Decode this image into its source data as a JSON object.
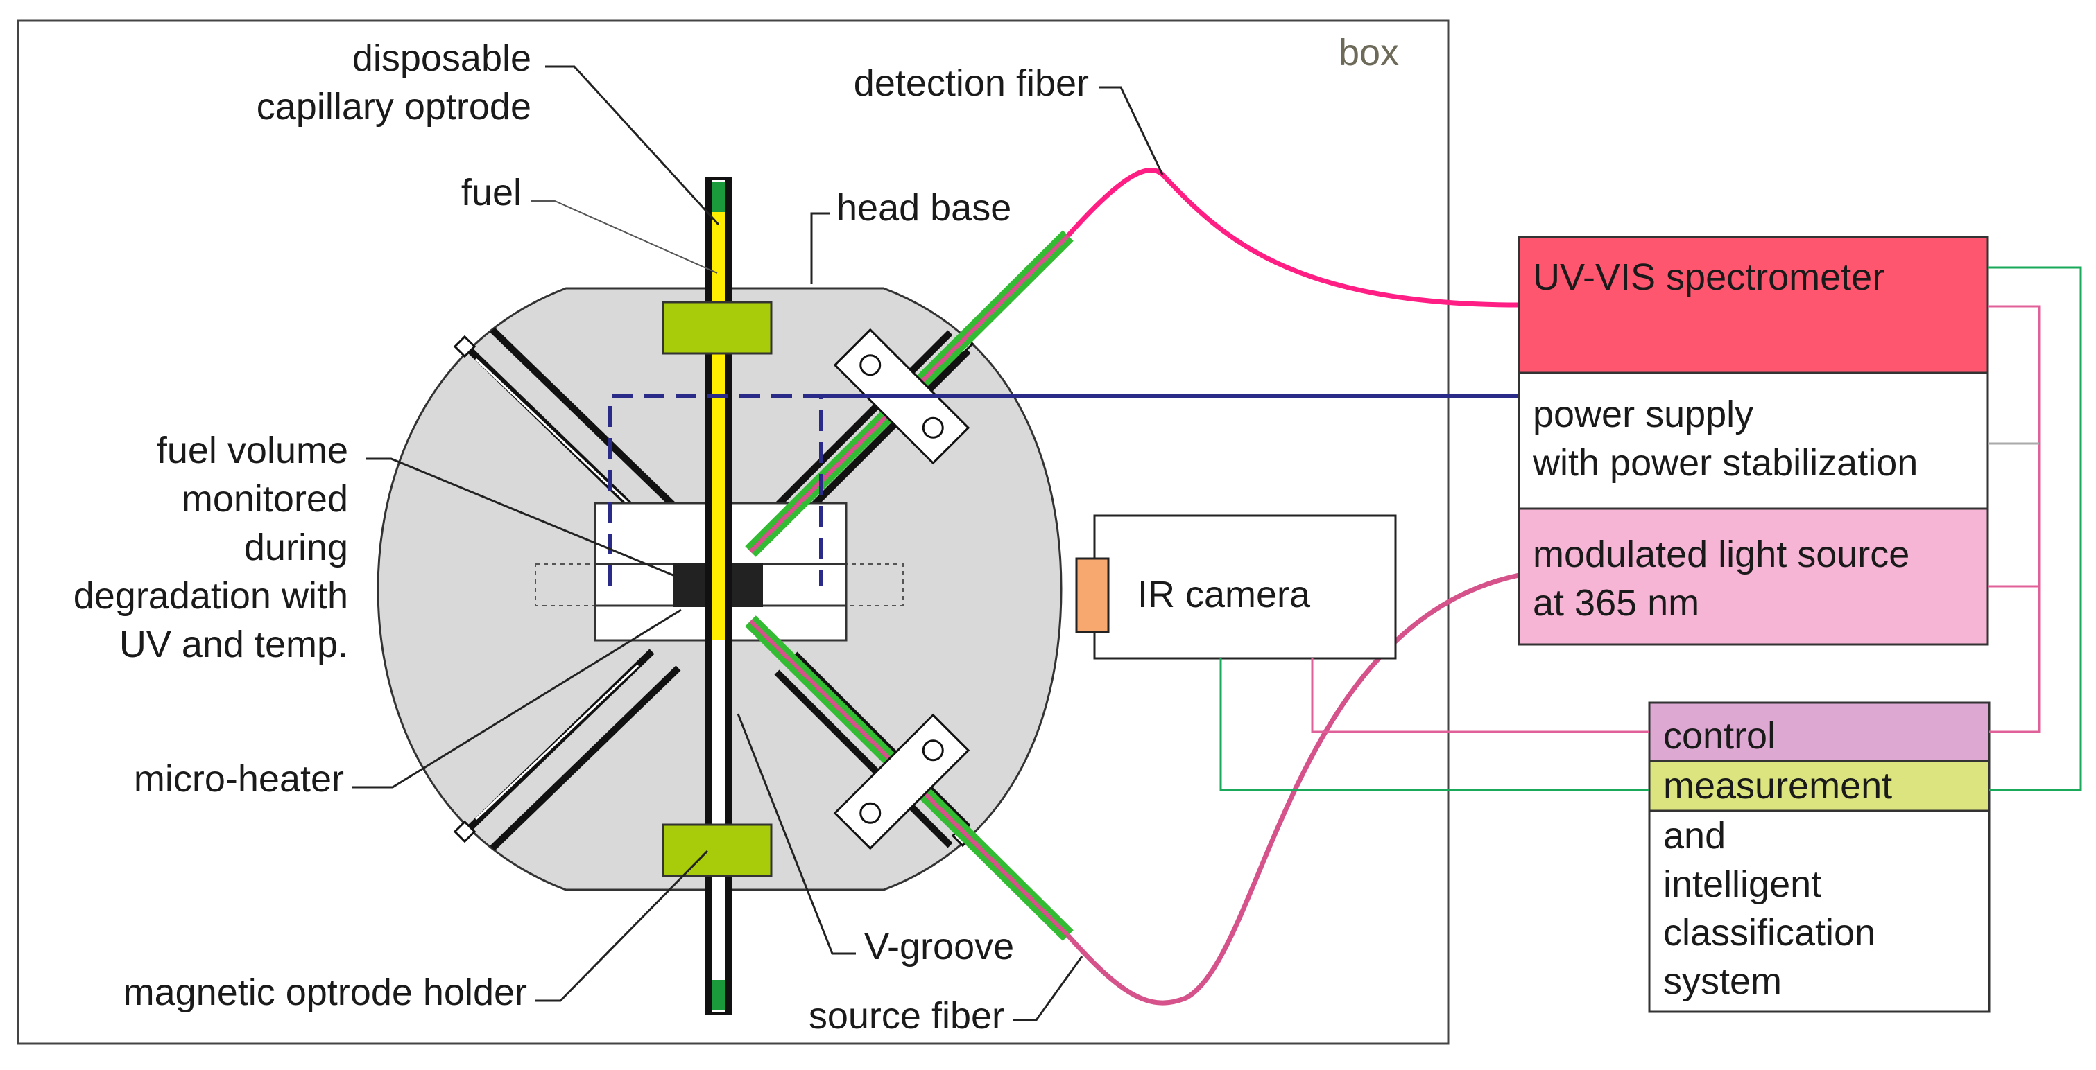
{
  "labels": {
    "box": "box",
    "disposable_line1": "disposable",
    "disposable_line2": "capillary optrode",
    "fuel": "fuel",
    "head_base": "head base",
    "detection_fiber": "detection fiber",
    "fuel_volume_line1": "fuel volume",
    "fuel_volume_line2": "monitored",
    "fuel_volume_line3": "during",
    "fuel_volume_line4": "degradation with",
    "fuel_volume_line5": "UV and temp.",
    "micro_heater": "micro-heater",
    "magnetic_holder": "magnetic optrode holder",
    "v_groove": "V-groove",
    "source_fiber": "source fiber",
    "ir_camera": "IR camera"
  },
  "panels": {
    "spectrometer": "UV-VIS spectrometer",
    "power_line1": "power supply",
    "power_line2": "with power stabilization",
    "light_line1": "modulated light source",
    "light_line2": "at 365 nm",
    "control": "control",
    "measurement": "measurement",
    "system_line1": "and",
    "system_line2": "intelligent",
    "system_line3": "classification",
    "system_line4": "system"
  },
  "colors": {
    "head_base_fill": "#d9d9d9",
    "fuel_yellow": "#ffee00",
    "holder_green": "#a8cc0a",
    "fiber_green": "#33bb33",
    "detection_fiber_pink": "#ff1f84",
    "source_fiber_pink": "#d6528a",
    "spectrometer_fill": "#ff566f",
    "light_source_fill": "#f7b5d6",
    "control_fill": "#dda8d2",
    "measurement_fill": "#dbe47e",
    "dashed_blue": "#2a2a88",
    "signal_green": "#1aa85a",
    "signal_pink": "#e0609a",
    "ir_lens": "#f7a86e"
  }
}
